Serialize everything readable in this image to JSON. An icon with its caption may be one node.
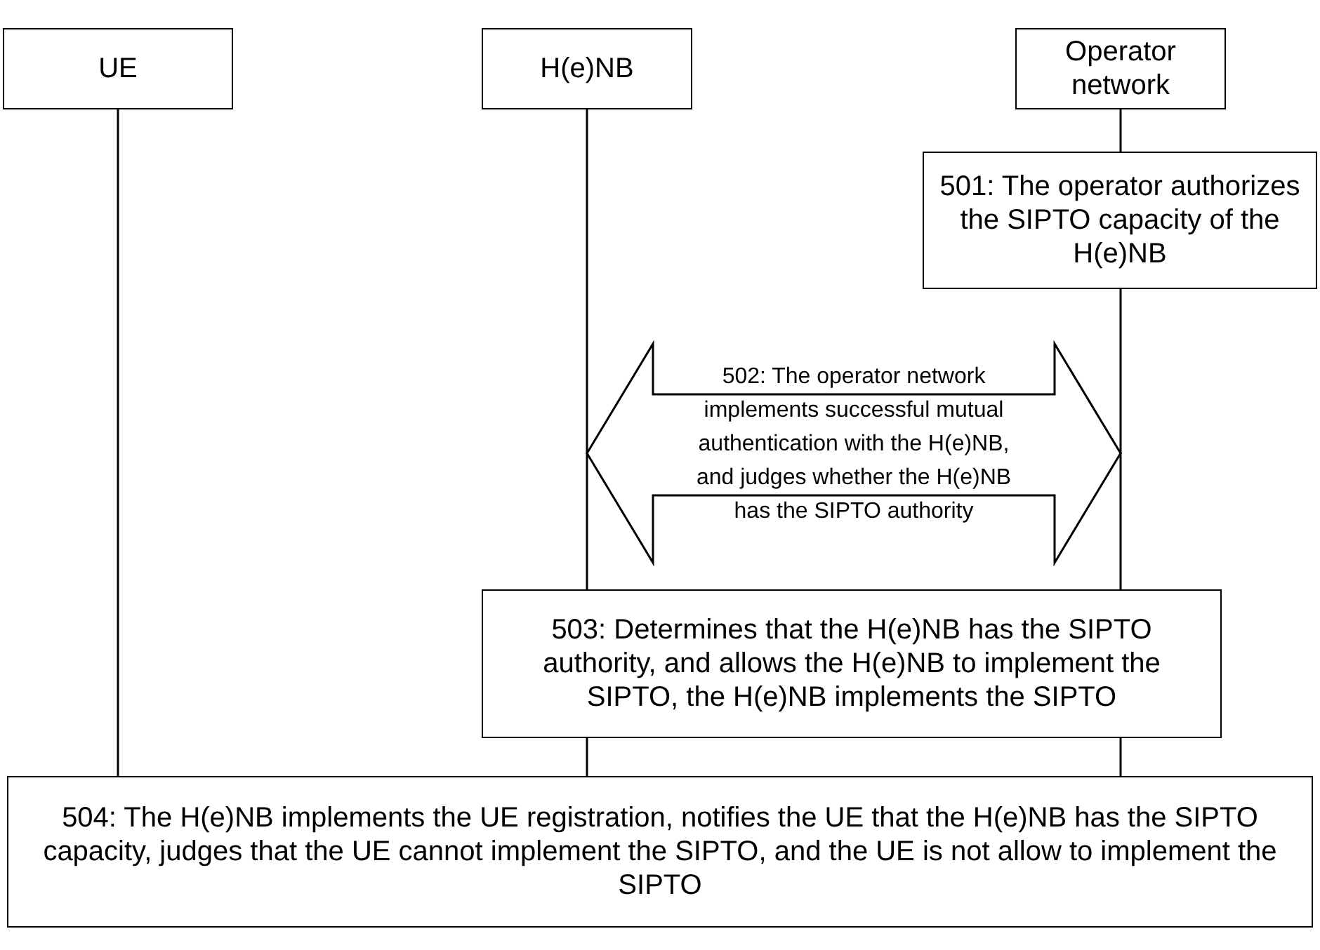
{
  "diagram": {
    "nodes": [
      {
        "text": [
          "UE"
        ]
      },
      {
        "text": [
          "H(e)NB"
        ]
      },
      {
        "text": [
          "Operator network"
        ]
      },
      {
        "text": [
          "501: The operator authorizes the SIPTO capacity of the H(e)NB"
        ]
      },
      {
        "text": [
          "502: The operator network implements successful mutual authentication with the H(e)NB, and judges whether the H(e)NB has the SIPTO authority"
        ]
      },
      {
        "text": [
          "503: Determines that the H(e)NB has the SIPTO authority, and allows the H(e)NB to implement the SIPTO, the H(e)NB implements the SIPTO"
        ]
      },
      {
        "text": [
          "504: The H(e)NB implements the UE registration, notifies the UE that the H(e)NB has the SIPTO capacity, judges that the UE cannot implement the SIPTO, and the UE is not allow to implement the SIPTO"
        ]
      }
    ],
    "edges": [
      {
        "from": 0,
        "to": 6,
        "arrow": "none"
      },
      {
        "from": 1,
        "to": 5,
        "arrow": "none"
      },
      {
        "from": 5,
        "to": 6,
        "arrow": "none"
      },
      {
        "from": 2,
        "to": 3,
        "arrow": "none"
      },
      {
        "from": 3,
        "to": 5,
        "arrow": "none"
      },
      {
        "from": 5,
        "to": 6,
        "arrow": "none"
      }
    ]
  }
}
